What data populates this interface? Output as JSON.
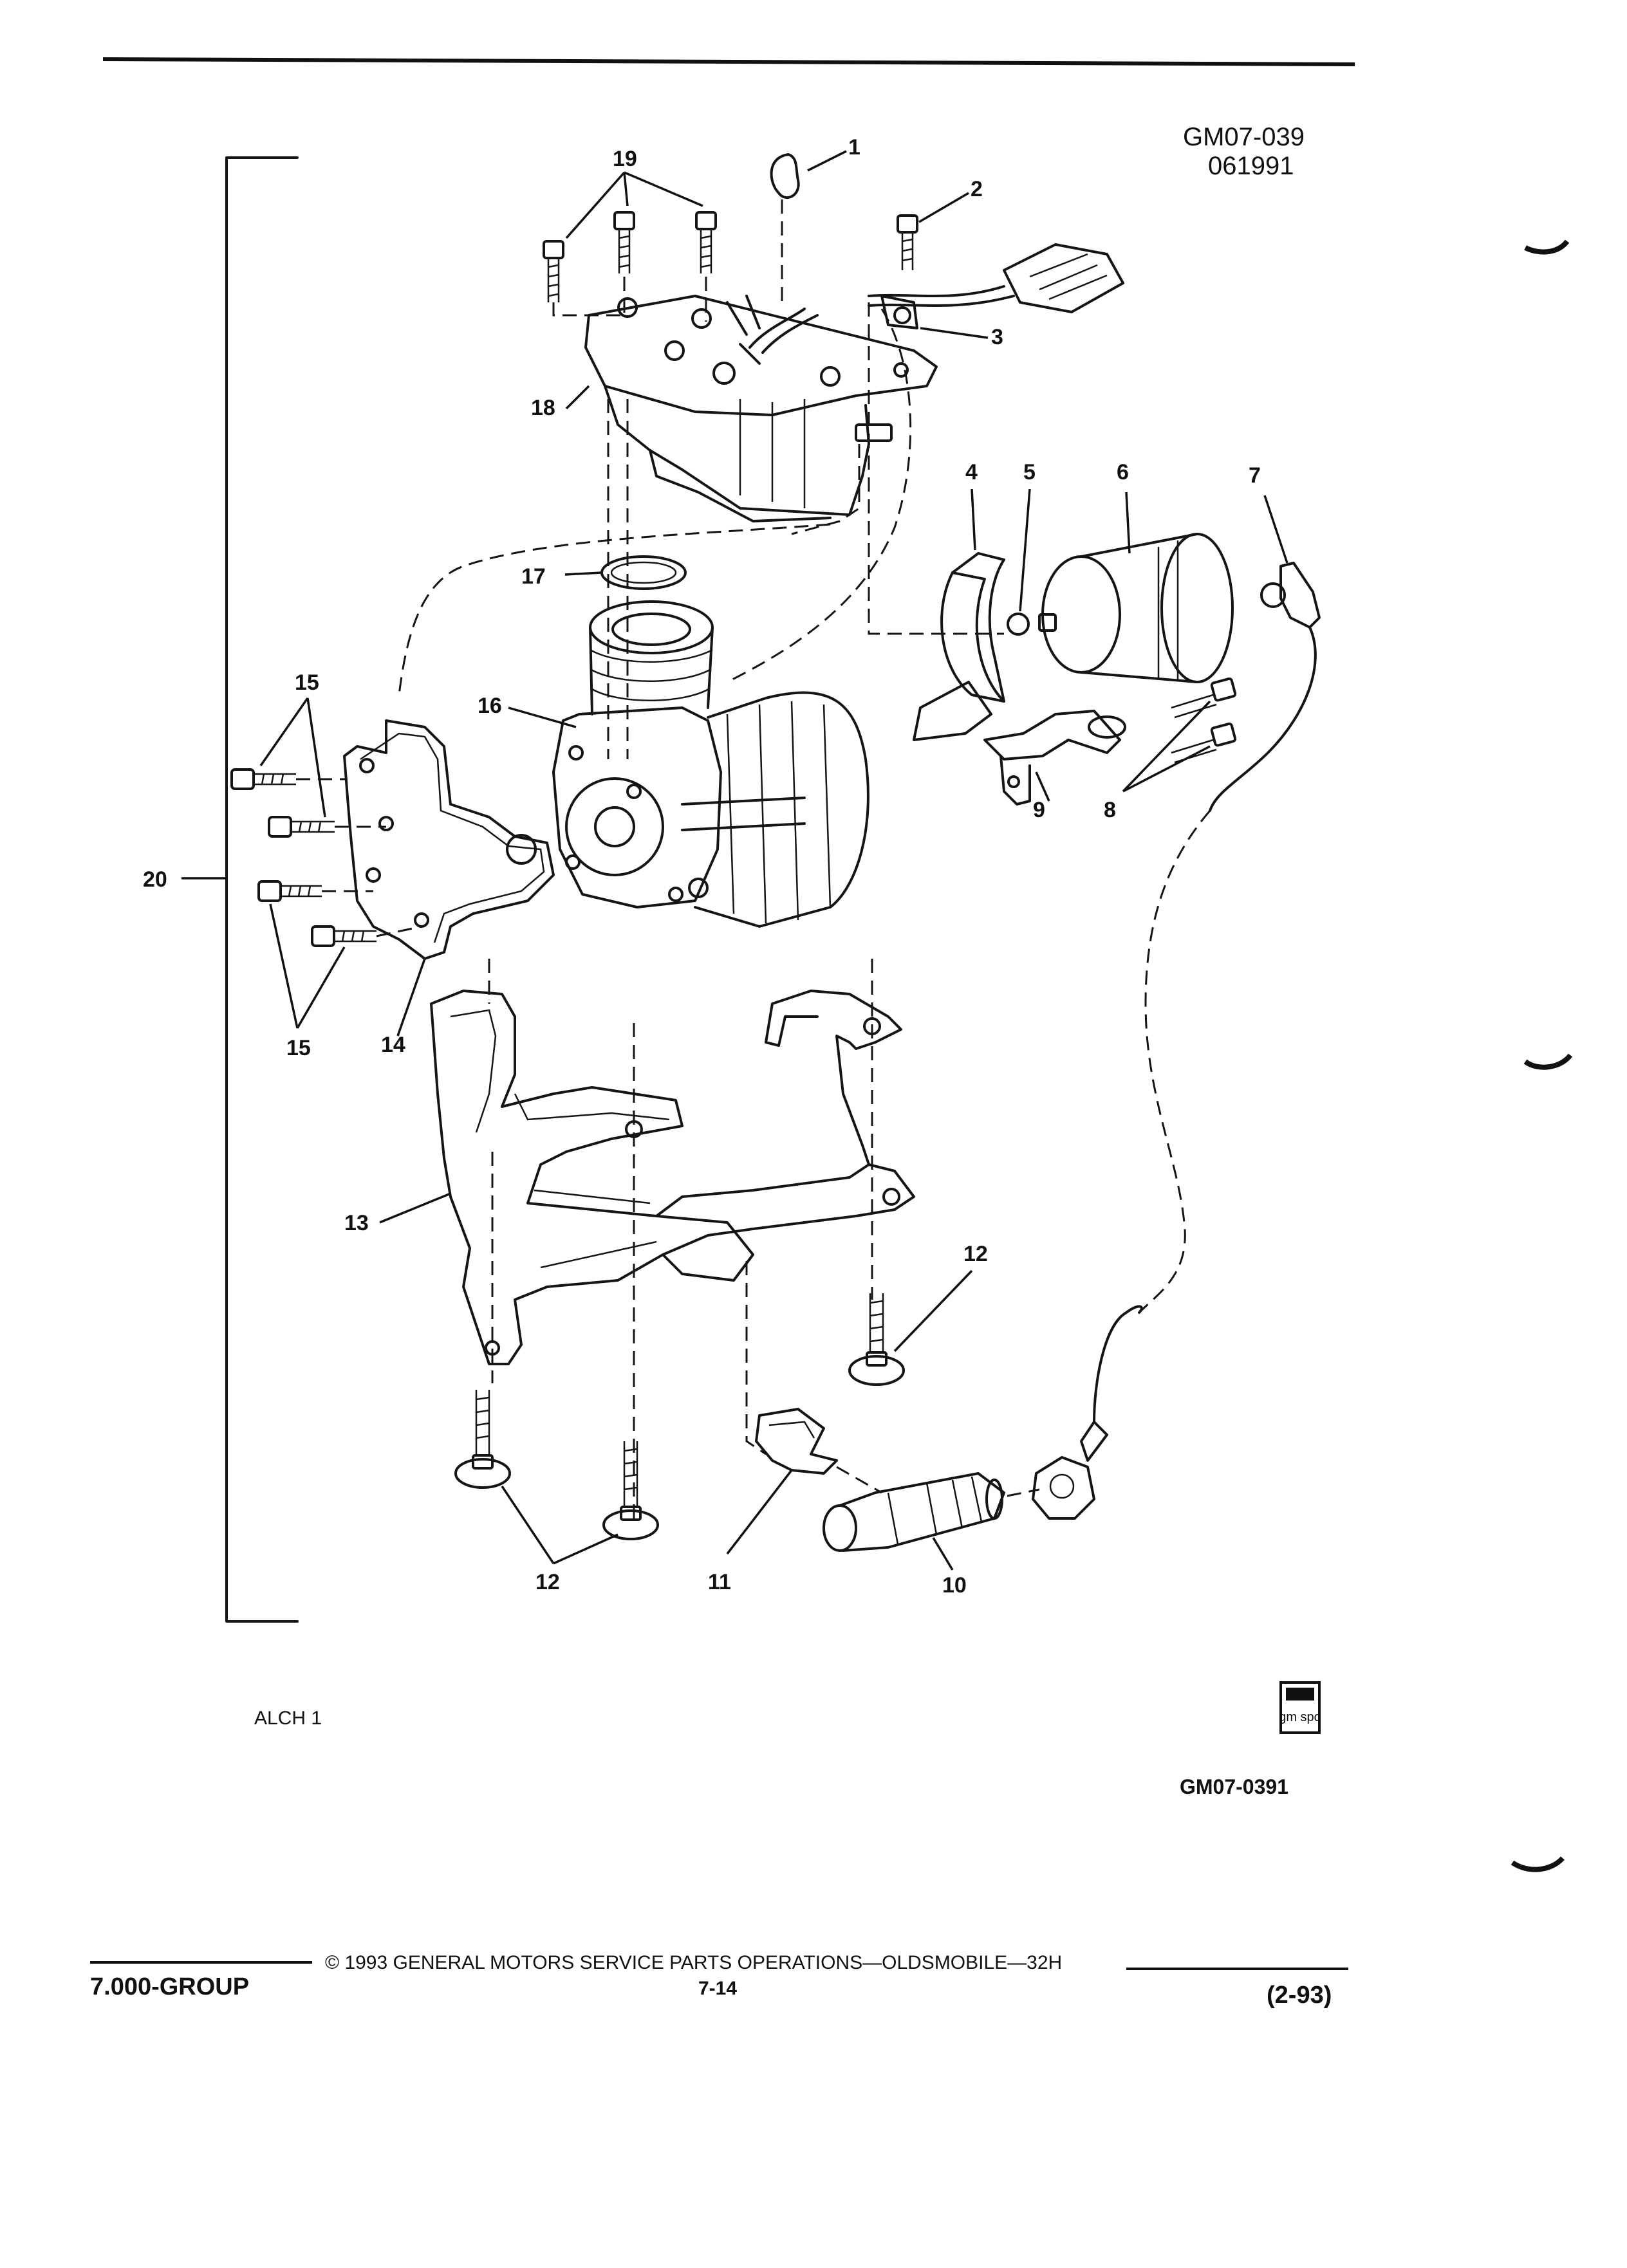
{
  "header": {
    "figure_id": "GM07-039",
    "figure_date": "061991"
  },
  "callouts": [
    "1",
    "2",
    "3",
    "4",
    "5",
    "6",
    "7",
    "8",
    "9",
    "10",
    "11",
    "12",
    "12",
    "13",
    "14",
    "15",
    "15",
    "16",
    "17",
    "18",
    "19",
    "20"
  ],
  "figure_notes": {
    "code": "ALCH 1",
    "badge_text": "gm spo",
    "illustration_number": "GM07-0391"
  },
  "footer": {
    "copyright": "© 1993 GENERAL MOTORS SERVICE PARTS OPERATIONS—OLDSMOBILE—32H",
    "group": "7.000-GROUP",
    "page_number": "7-14",
    "revision": "(2-93)"
  },
  "colors": {
    "ink": "#151515",
    "paper": "#ffffff"
  }
}
